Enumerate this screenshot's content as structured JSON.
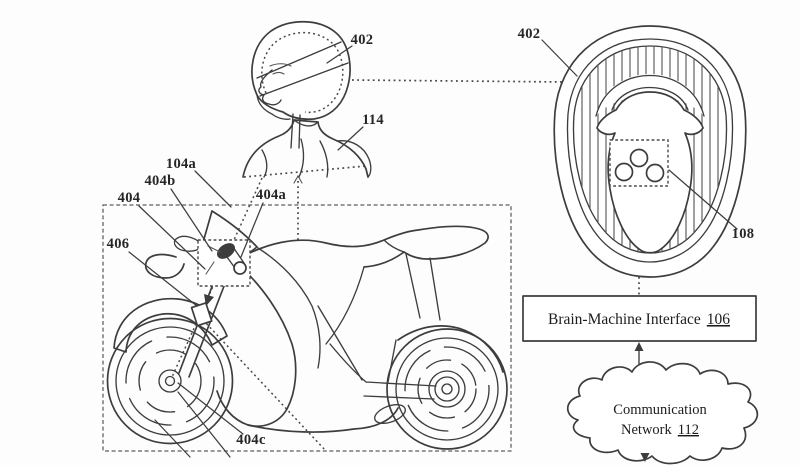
{
  "figure": {
    "title": "Brain-machine interface motorcycle patent diagram",
    "background": "#fdfdfd",
    "line_color": "#3e3e3e",
    "label_color": "#262626"
  },
  "reference_labels": {
    "rider_helmet": "402",
    "helmet_top_view": "402",
    "rider_body": "114",
    "sensor_104a": "104a",
    "sensor_404": "404",
    "sensor_404a": "404a",
    "sensor_404b": "404b",
    "sensor_404c": "404c",
    "sensor_406": "406",
    "helmet_sensor_array": "108"
  },
  "nodes": {
    "bmi": {
      "label": "Brain-Machine Interface",
      "number": "106"
    },
    "network": {
      "line1": "Communication",
      "line2": "Network",
      "number": "112"
    }
  }
}
